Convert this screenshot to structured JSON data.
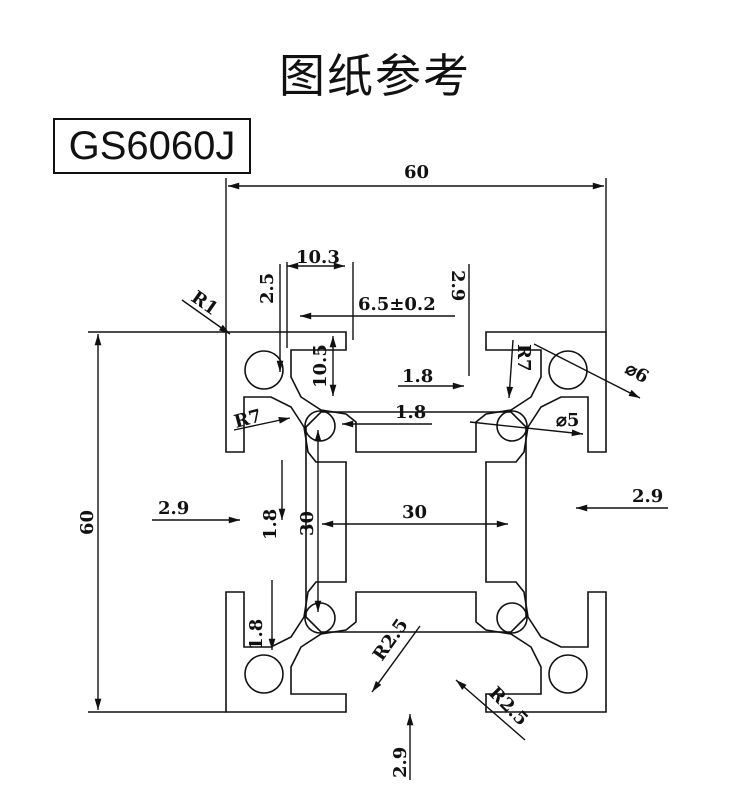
{
  "title": "图纸参考",
  "model": "GS6060J",
  "dims": {
    "width_60": "60",
    "height_60": "60",
    "slot_10_3": "10.3",
    "lip_2_5": "2.5",
    "lip_2_9_top": "2.9",
    "opening_6_5": "6.5±0.2",
    "r1": "R1",
    "depth_10_5": "10.5",
    "r7_left": "R7",
    "r7_right": "R7",
    "wall_1_8_a": "1.8",
    "wall_1_8_b": "1.8",
    "dia_6": "⌀6",
    "dia_5": "⌀5",
    "left_2_9": "2.9",
    "left_1_8": "1.8",
    "core_30_v": "30",
    "core_30_h": "30",
    "right_2_9": "2.9",
    "bottom_left_1_8": "1.8",
    "r2_5_inner": "R2.5",
    "r2_5_outer": "R2.5",
    "bottom_2_9": "2.9"
  }
}
